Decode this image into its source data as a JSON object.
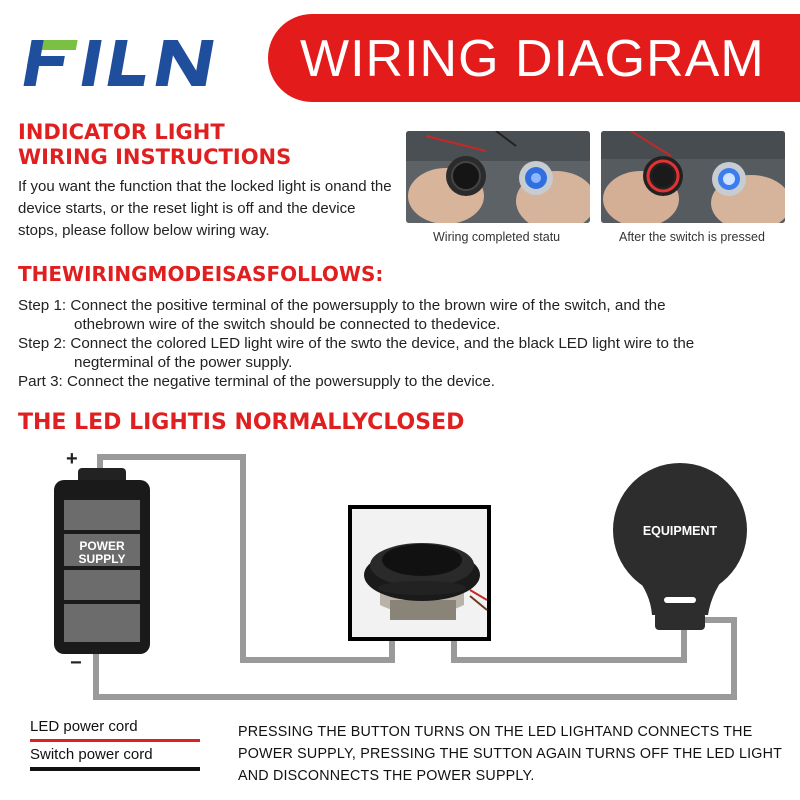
{
  "brand": {
    "logo_text": "FILN"
  },
  "banner": {
    "title": "WIRING DIAGRAM",
    "color": "#e31b1b"
  },
  "indicator": {
    "heading_line1": "INDICATOR LIGHT",
    "heading_line2": "WIRING INSTRUCTIONS",
    "description": "If you want the function that the locked light is onand the device starts, or the reset light is off and the device stops, please follow below wiring way."
  },
  "photos": [
    {
      "caption": "Wiring completed statu",
      "led_color": "#2f6fe0"
    },
    {
      "caption": "After the switch is pressed",
      "led_color": "#e33232"
    }
  ],
  "mode": {
    "heading": "THEWIRINGMODEISASFOLLOWS:",
    "steps": [
      {
        "label": "Step 1:",
        "text": "Connect the positive terminal of the powersupply to the brown wire of the switch, and the",
        "cont": "othebrown wire of the switch should be connected to thedevice."
      },
      {
        "label": "Step 2:",
        "text": "Connect the colored LED light wire of the swto the device, and the black LED light wire to the",
        "cont": "negterminal of the power supply."
      },
      {
        "label": "Part 3:",
        "text": "Connect the negative terminal of the powersupply to the device.",
        "cont": ""
      }
    ]
  },
  "nc_heading": "THE LED LIGHTIS NORMALLYCLOSED",
  "diagram": {
    "plus": "+",
    "minus": "−",
    "battery_label_line1": "POWER",
    "battery_label_line2": "SUPPLY",
    "equipment_label": "EQUIPMENT",
    "wire_color": "#9a9a9a"
  },
  "legend": {
    "led_label": "LED power cord",
    "led_color": "#e02020",
    "switch_label": "Switch power cord",
    "switch_color": "#111111"
  },
  "note": "PRESSING THE BUTTON TURNS ON THE LED LIGHTAND CONNECTS THE POWER SUPPLY, PRESSING THE SUTTON AGAIN TURNS OFF THE LED LIGHT AND DISCONNECTS THE POWER SUPPLY."
}
